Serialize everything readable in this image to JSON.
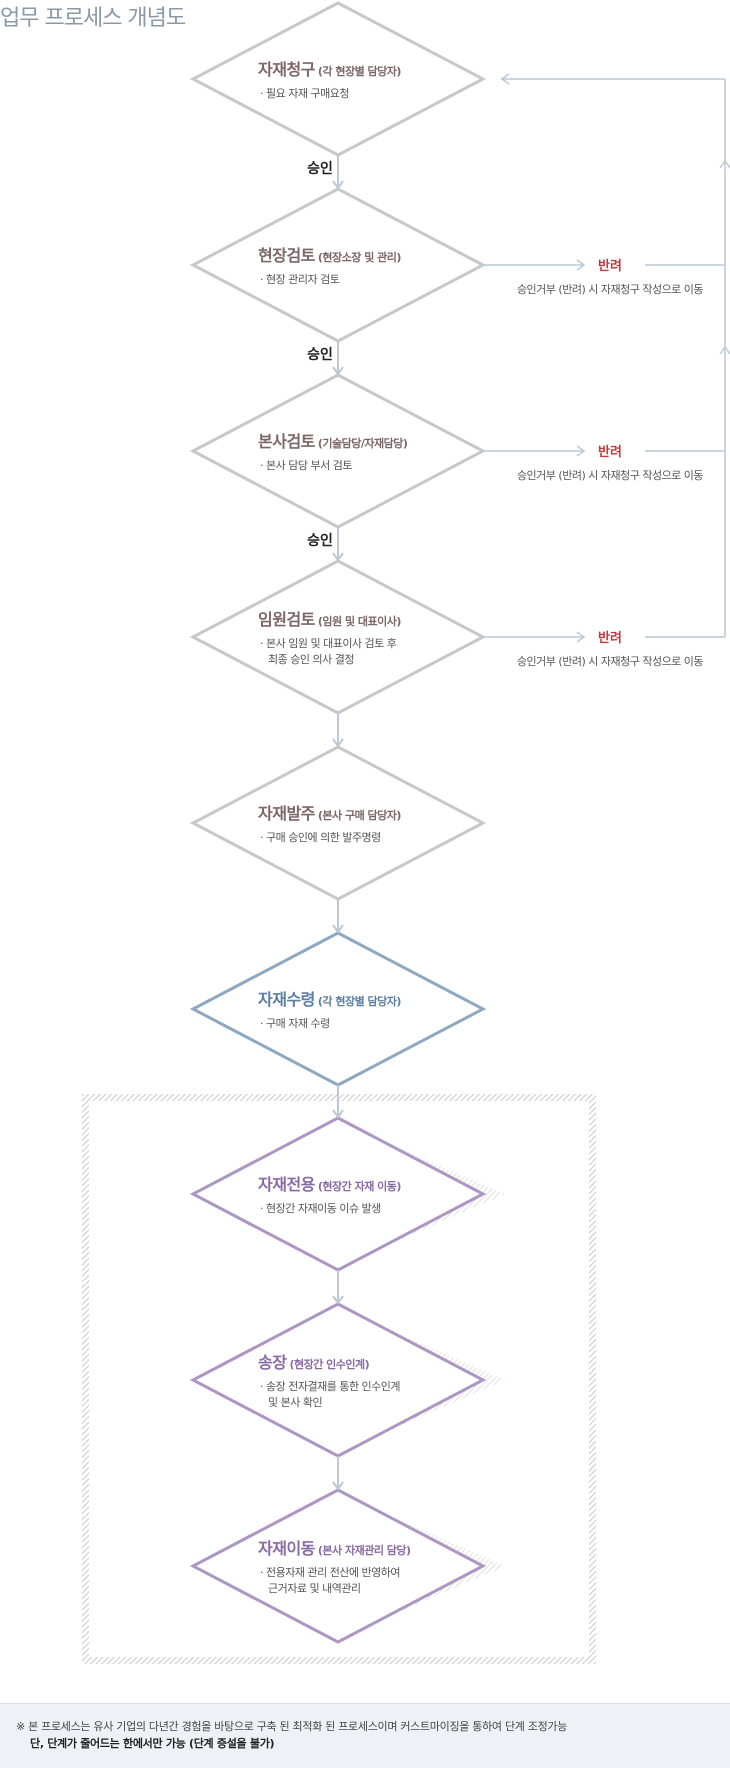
{
  "title": "업무 프로세스 개념도",
  "approve_label": "승인",
  "nodes": [
    {
      "id": "request",
      "title": "자재청구",
      "role": "(각 현장별 담당자)",
      "desc": [
        "· 필요 자재 구매요청"
      ],
      "color": "gray"
    },
    {
      "id": "site-review",
      "title": "현장검토",
      "role": "(현장소장 및 관리)",
      "desc": [
        "· 현장 관리자 검토"
      ],
      "color": "gray"
    },
    {
      "id": "hq-review",
      "title": "본사검토",
      "role": "(기술담당/자재담당)",
      "desc": [
        "· 본사 담당 부서 검토"
      ],
      "color": "gray"
    },
    {
      "id": "exec-review",
      "title": "임원검토",
      "role": "(임원 및 대표이사)",
      "desc": [
        "· 본사 임원 및 대표이사 검토 후",
        "최종 승인 의사 결정"
      ],
      "color": "gray"
    },
    {
      "id": "order",
      "title": "자재발주",
      "role": "(본사 구매 담당자)",
      "desc": [
        "· 구매 승인에 의한 발주명령"
      ],
      "color": "gray"
    },
    {
      "id": "receive",
      "title": "자재수령",
      "role": "(각 현장별 담당자)",
      "desc": [
        "· 구매 자재 수령"
      ],
      "color": "blue"
    },
    {
      "id": "transfer",
      "title": "자재전용",
      "role": "(현장간 자재 이동)",
      "desc": [
        "· 현장간 자재이동 이슈 발생"
      ],
      "color": "purple"
    },
    {
      "id": "handover",
      "title": "송장",
      "role": "(현장간 인수인계)",
      "desc": [
        "· 송장 전자결재를 통한 인수인계",
        "및 본사 확인"
      ],
      "color": "purple"
    },
    {
      "id": "move",
      "title": "자재이동",
      "role": "(본사 자재관리 담당)",
      "desc": [
        "· 전용자재 관리 전산에 반영하여",
        "근거자료 및 내역관리"
      ],
      "color": "purple"
    }
  ],
  "rejects": [
    {
      "label": "반려",
      "desc": "승인거부 (반려) 시 자재청구 작성으로 이동"
    },
    {
      "label": "반려",
      "desc": "승인거부 (반려) 시 자재청구 작성으로 이동"
    },
    {
      "label": "반려",
      "desc": "승인거부 (반려) 시 자재청구 작성으로 이동"
    }
  ],
  "note": {
    "line1": "※ 본 프로세스는 유사 기업의 다년간 경험을 바탕으로 구축 된 최적화 된 프로세스이며 커스트마이징을 통하여 단계 조정가능",
    "line2": "단, 단계가 줄어드는 한에서만 가능 (단계 증설을 불가)"
  },
  "colors": {
    "gray": "#c8c8c8",
    "blue": "#8ea7c2",
    "purple": "#ad96c4",
    "reject": "#c0393b",
    "connector": "#bcc8d6"
  }
}
